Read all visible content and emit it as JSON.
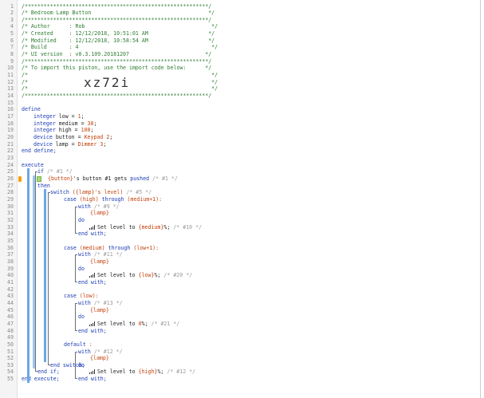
{
  "line_numbers": [
    "1",
    "2",
    "3",
    "4",
    "5",
    "6",
    "7",
    "8",
    "9",
    "10",
    "11",
    "12",
    "13",
    "14",
    "15",
    "16",
    "17",
    "18",
    "19",
    "20",
    "21",
    "22",
    "23",
    "24",
    "25",
    "26",
    "27",
    "28",
    "29",
    "30",
    "31",
    "32",
    "33",
    "34",
    "35",
    "36",
    "37",
    "38",
    "39",
    "40",
    "41",
    "42",
    "43",
    "44",
    "45",
    "46",
    "47",
    "48",
    "49",
    "50",
    "51",
    "52",
    "53",
    "54",
    "55"
  ],
  "header": {
    "stars": "/**********************************************************/",
    "title": "/* Bedroom Lamp Button                                     */",
    "author": "/* Author      : Rob                                        */",
    "created": "/* Created     : 12/12/2018, 10:51:01 AM                   */",
    "modified": "/* Modified    : 12/12/2018, 10:58:54 AM                   */",
    "build": "/* Build       : 4                                          */",
    "ui_version": "/* UI version  : v0.3.109.20181207                        */",
    "import_line": "/* To import this piston, use the import code below:      */",
    "blank": "/*                                                          */",
    "import_code": "xz72i"
  },
  "define": {
    "open": "define",
    "vars": [
      {
        "type": "integer",
        "name": "low",
        "eq": " = ",
        "val": "1",
        "end": ";"
      },
      {
        "type": "integer",
        "name": "medium",
        "eq": " = ",
        "val": "30",
        "end": ";"
      },
      {
        "type": "integer",
        "name": "high",
        "eq": " = ",
        "val": "100",
        "end": ";"
      },
      {
        "type": "device",
        "name": "button",
        "eq": " = ",
        "val": "Keypad 2",
        "end": ";"
      },
      {
        "type": "device",
        "name": "lamp",
        "eq": " = ",
        "val": "Dimmer 3",
        "end": ";"
      }
    ],
    "close": "end define;"
  },
  "execute": {
    "open": "execute",
    "if_kw": "if",
    "if_cmt": "/* #1 */",
    "cond_dev": "{button}",
    "cond_rest": "'s button #1 gets ",
    "cond_op": "pushed",
    "cond_cmt": "/* #1 */",
    "then": "then",
    "switch_kw": "switch",
    "switch_expr": " ({lamp}'s level)",
    "switch_cmt": "/* #5 */",
    "cases": [
      {
        "head": "case",
        "expr": " (high) ",
        "through": "through",
        "expr2": " (medium+1):",
        "with_cmt": "/* #9 */",
        "action_pre": "Set level to ",
        "action_val": "{medium}",
        "action_post": "%;",
        "action_cmt": "/* #10 */"
      },
      {
        "head": "case",
        "expr": " (medium) ",
        "through": "through",
        "expr2": " (low+1):",
        "with_cmt": "/* #11 */",
        "action_pre": "Set level to ",
        "action_val": "{low}",
        "action_post": "%;",
        "action_cmt": "/* #20 */"
      },
      {
        "head": "case",
        "expr": " (low):",
        "through": "",
        "expr2": "",
        "with_cmt": "/* #13 */",
        "action_pre": "Set level to ",
        "action_val": "0",
        "action_post": "%;",
        "action_cmt": "/* #21 */"
      },
      {
        "head": "default",
        "expr": " :",
        "through": "",
        "expr2": "",
        "with_cmt": "/* #12 */",
        "action_pre": "Set level to ",
        "action_val": "{high}",
        "action_post": "%;",
        "action_cmt": "/* #12 */"
      }
    ],
    "with_kw": "with",
    "device_ref": "{lamp}",
    "do_kw": "do",
    "end_with": "end with;",
    "end_switch": "end switch;",
    "end_if": "end if;",
    "close": "end execute;"
  }
}
